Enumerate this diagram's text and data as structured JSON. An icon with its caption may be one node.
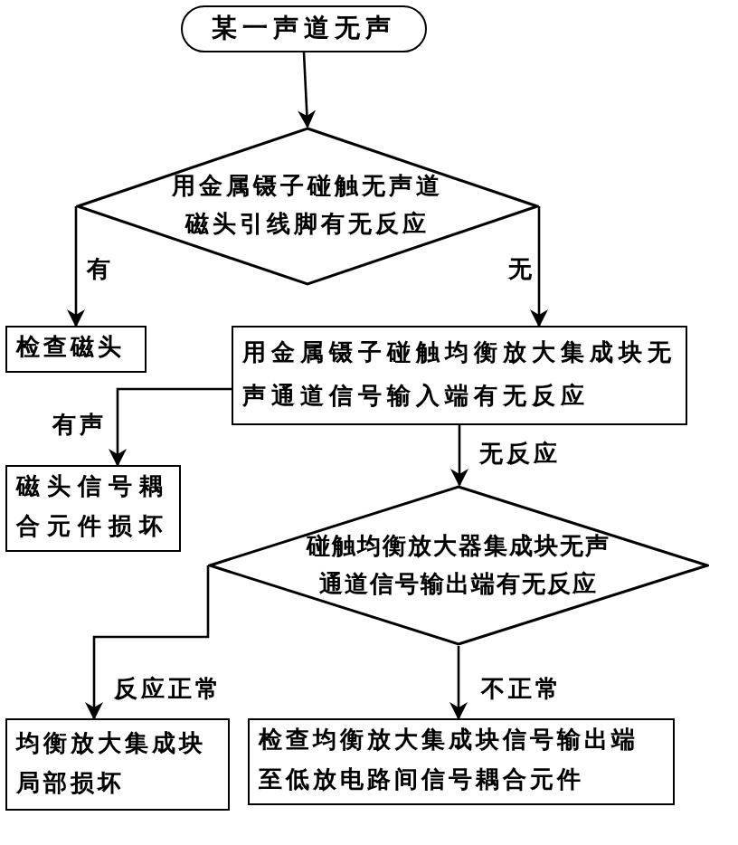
{
  "diagram": {
    "nodes": [
      {
        "text": [
          "某一声道无声"
        ]
      },
      {
        "text": [
          "用金属镊子碰触无声道磁头引线脚有无反应"
        ]
      },
      {
        "text": [
          "检查磁头"
        ]
      },
      {
        "text": [
          "用金属镊子碰触均衡放大集成块无声通道信号输入端有无反应"
        ]
      },
      {
        "text": [
          "磁头信号耦合元件损坏"
        ]
      },
      {
        "text": [
          "碰触均衡放大器集成块无声通道信号输出端有无反应"
        ]
      },
      {
        "text": [
          "均衡放大集成块局部损坏"
        ]
      },
      {
        "text": [
          "检查均衡放大集成块信号输出端至低放电路间信号耦合元件"
        ]
      }
    ],
    "edges": [
      {
        "from": 0,
        "to": 1,
        "arrow": "to"
      },
      {
        "from": 1,
        "to": 2,
        "arrow": "to",
        "label": "有"
      },
      {
        "from": 1,
        "to": 3,
        "arrow": "to",
        "label": "无"
      },
      {
        "from": 3,
        "to": 4,
        "arrow": "to",
        "label": "有声"
      },
      {
        "from": 3,
        "to": 5,
        "arrow": "to",
        "label": "无反应"
      },
      {
        "from": 5,
        "to": 6,
        "arrow": "to",
        "label": "反应正常"
      },
      {
        "from": 5,
        "to": 7,
        "arrow": "to",
        "label": "不正常"
      }
    ]
  }
}
